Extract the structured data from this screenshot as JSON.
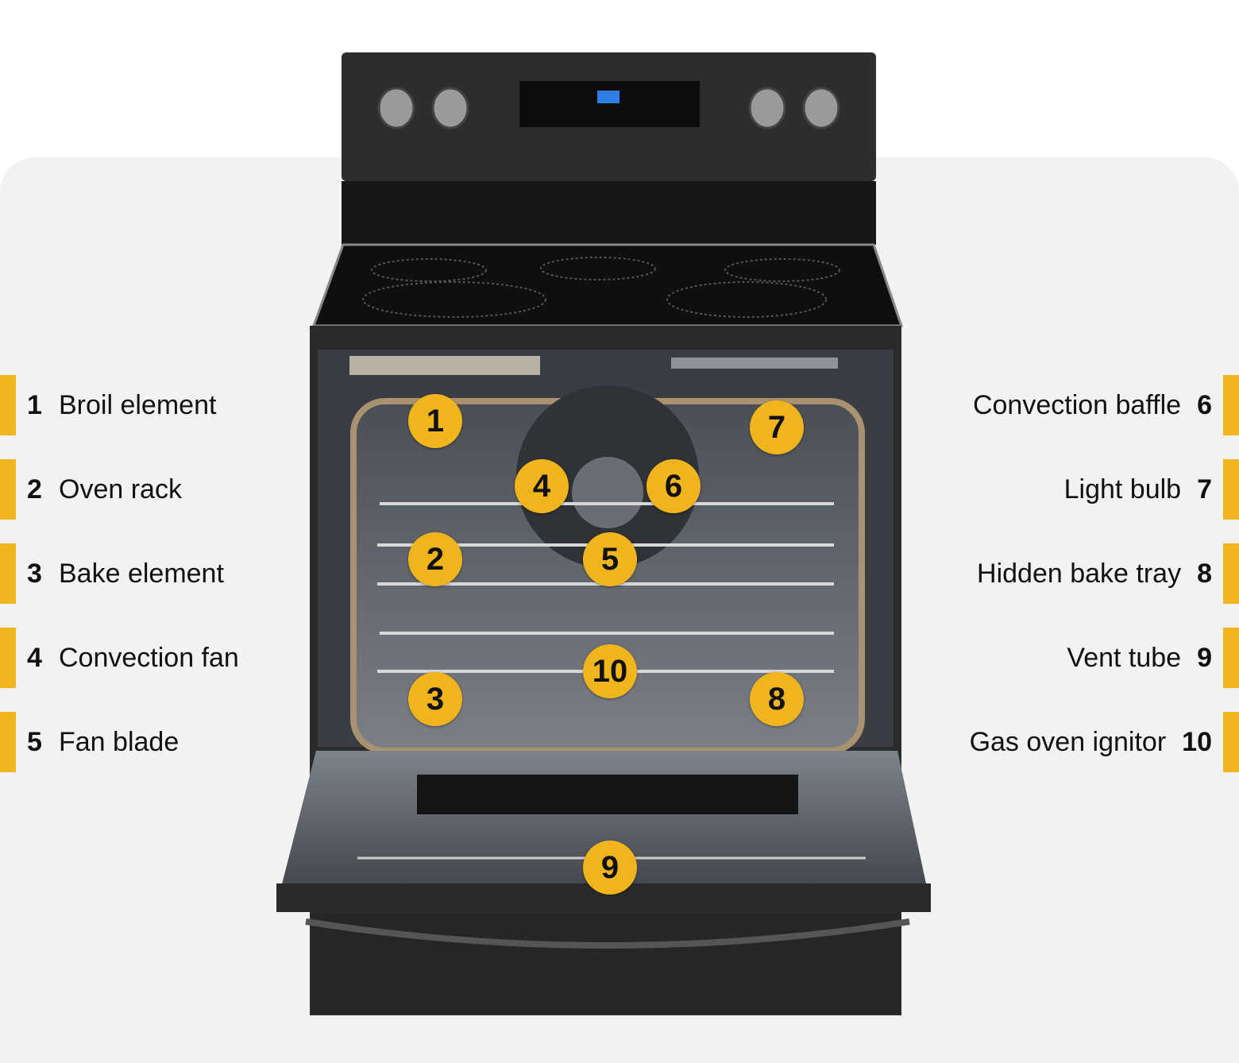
{
  "parts": [
    {
      "num": "1",
      "label": "Broil element"
    },
    {
      "num": "2",
      "label": "Oven rack"
    },
    {
      "num": "3",
      "label": "Bake element"
    },
    {
      "num": "4",
      "label": "Convection fan"
    },
    {
      "num": "5",
      "label": "Fan blade"
    },
    {
      "num": "6",
      "label": "Convection baffle"
    },
    {
      "num": "7",
      "label": "Light bulb"
    },
    {
      "num": "8",
      "label": "Hidden bake tray"
    },
    {
      "num": "9",
      "label": "Vent tube"
    },
    {
      "num": "10",
      "label": "Gas oven ignitor"
    }
  ],
  "colors": {
    "accent": "#f0b41c",
    "panel": "#f2f2f2",
    "text": "#111111"
  }
}
